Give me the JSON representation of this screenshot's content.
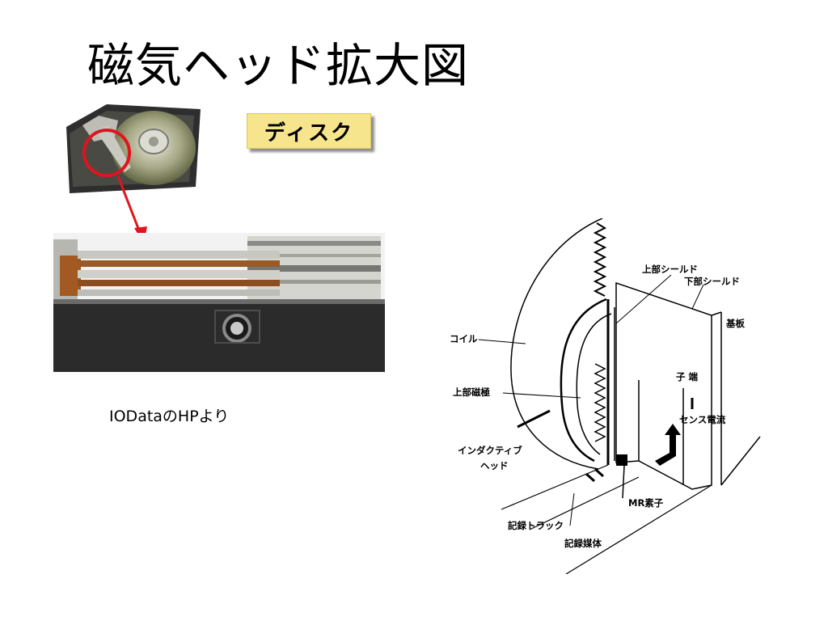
{
  "slide": {
    "title": "磁気ヘッド拡大図",
    "disk_label": "ディスク",
    "source_caption": "IODataのHPより"
  },
  "diagram": {
    "labels": {
      "coil": "コイル",
      "upper_pole": "上部磁極",
      "inductive_head_line1": "インダクティブ",
      "inductive_head_line2": "ヘッド",
      "recording_track": "記録トラック",
      "recording_medium": "記録媒体",
      "mr_element": "MR素子",
      "sense_current": "センス電流",
      "terminal": "子 端",
      "upper_shield": "上部シールド",
      "lower_shield": "下部シールド",
      "substrate": "基板"
    }
  },
  "colors": {
    "label_box": "#f6e58c",
    "highlight_circle": "#e0141e",
    "arrow": "#e0141e"
  }
}
